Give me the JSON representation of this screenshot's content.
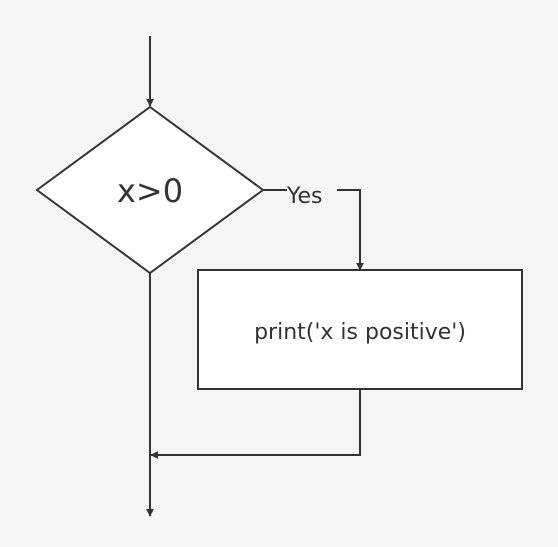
{
  "diagram": {
    "decision": {
      "label": "x>0"
    },
    "edge_yes": {
      "label": "Yes"
    },
    "process": {
      "label": "print('x is positive')"
    }
  },
  "colors": {
    "background": "#f5f5f5",
    "stroke": "#333333",
    "shape_fill": "#ffffff",
    "text": "#333333"
  }
}
